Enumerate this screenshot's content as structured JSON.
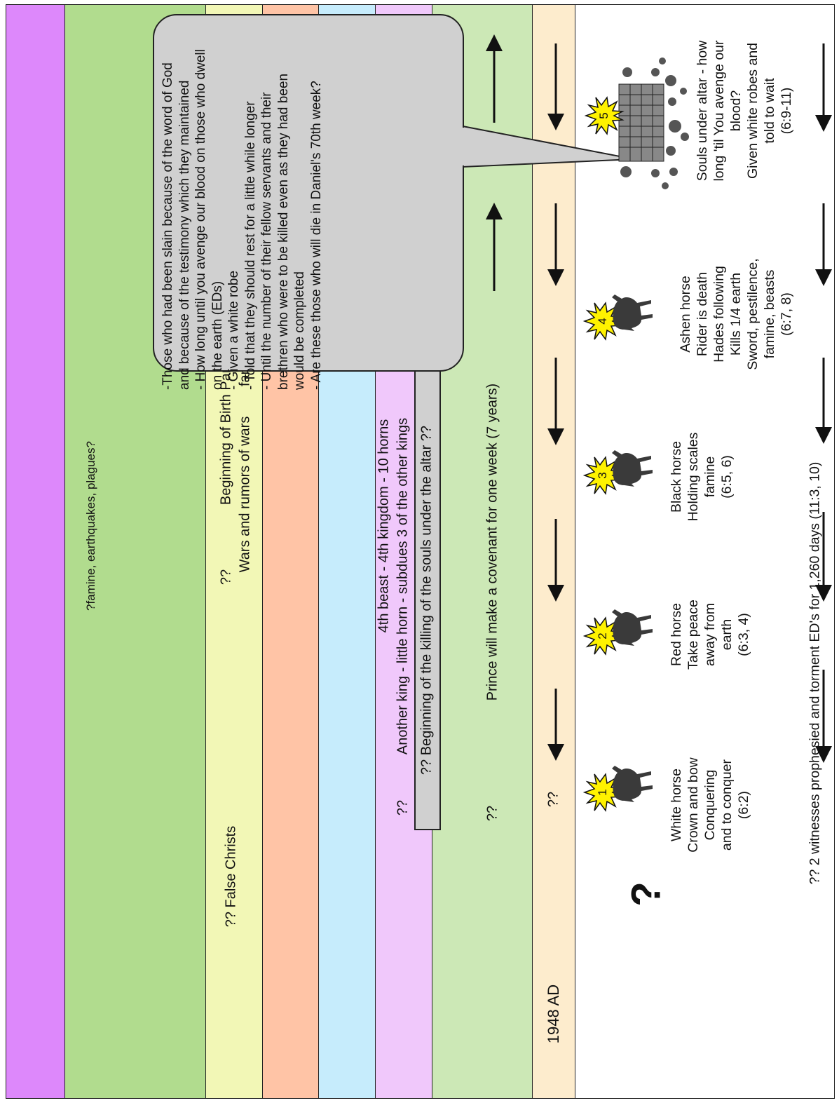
{
  "colors": {
    "band_violet": "#dd88fb",
    "band_green": "#b1dc8e",
    "band_yellow": "#f2f7b6",
    "band_salmon": "#ffc4a6",
    "band_cyan": "#c6ecfc",
    "band_lavender": "#f0c8fb",
    "band_lightgreen": "#cce8b6",
    "band_cream": "#fdeccd",
    "bubble_fill": "#d0d0d0",
    "star_fill": "#fff200"
  },
  "bands": {
    "green_text": "?famine, earthquakes, plagues?",
    "false_christs": "?? False Christs",
    "wars_prefix": "??",
    "wars": "Wars and rumors of wars",
    "birth_pangs": "Beginning of Birth Pangs",
    "famine": "famine",
    "fourth_beast": "4th beast - 4th kingdom - 10 horns",
    "another_king_prefix": "??",
    "another_king": "Another king - little horn - subdues 3 of the other kings",
    "killing_souls": "?? Beginning of the killing of the souls under the altar ??",
    "covenant_prefix": "??",
    "covenant": "Prince will make a covenant for one week (7 years)",
    "year_prefix": "??",
    "year": "1948 AD"
  },
  "bubble": {
    "lines": [
      "-Those who had been slain because of the word of God and because of the testimony which they maintained",
      "- How long until you avenge our blood on those who dwell on the earth (EDs)",
      "- Given a white robe",
      "- Told that they should rest for a little while longer",
      "- Until the number of their fellow servants and their brethren who were to be killed even as they had been would be completed",
      "- Are these those who will die in Daniel's 70th week?"
    ]
  },
  "seals": [
    {
      "number": "1",
      "lines": [
        "White horse",
        "Crown and bow",
        "Conquering",
        "and to conquer",
        "(6:2)"
      ]
    },
    {
      "number": "2",
      "lines": [
        "Red horse",
        "Take peace",
        "away from",
        "earth",
        "(6:3, 4)"
      ]
    },
    {
      "number": "3",
      "lines": [
        "Black horse",
        "Holding scales",
        "famine",
        "(6:5, 6)"
      ]
    },
    {
      "number": "4",
      "lines": [
        "Ashen horse",
        "Rider is death",
        "Hades following",
        "Kills 1/4 earth",
        "Sword, pestilence,",
        "famine, beasts",
        "(6:7, 8)"
      ]
    },
    {
      "number": "5",
      "lines": [
        "Souls under altar - how",
        "long 'til You avenge our",
        "blood?",
        "Given white robes and",
        "told to wait",
        "(6:9-11)"
      ]
    }
  ],
  "question_mark": "?",
  "witnesses": "?? 2 witnesses prophesied and torment ED's for 1,260 days (11:3, 10)"
}
